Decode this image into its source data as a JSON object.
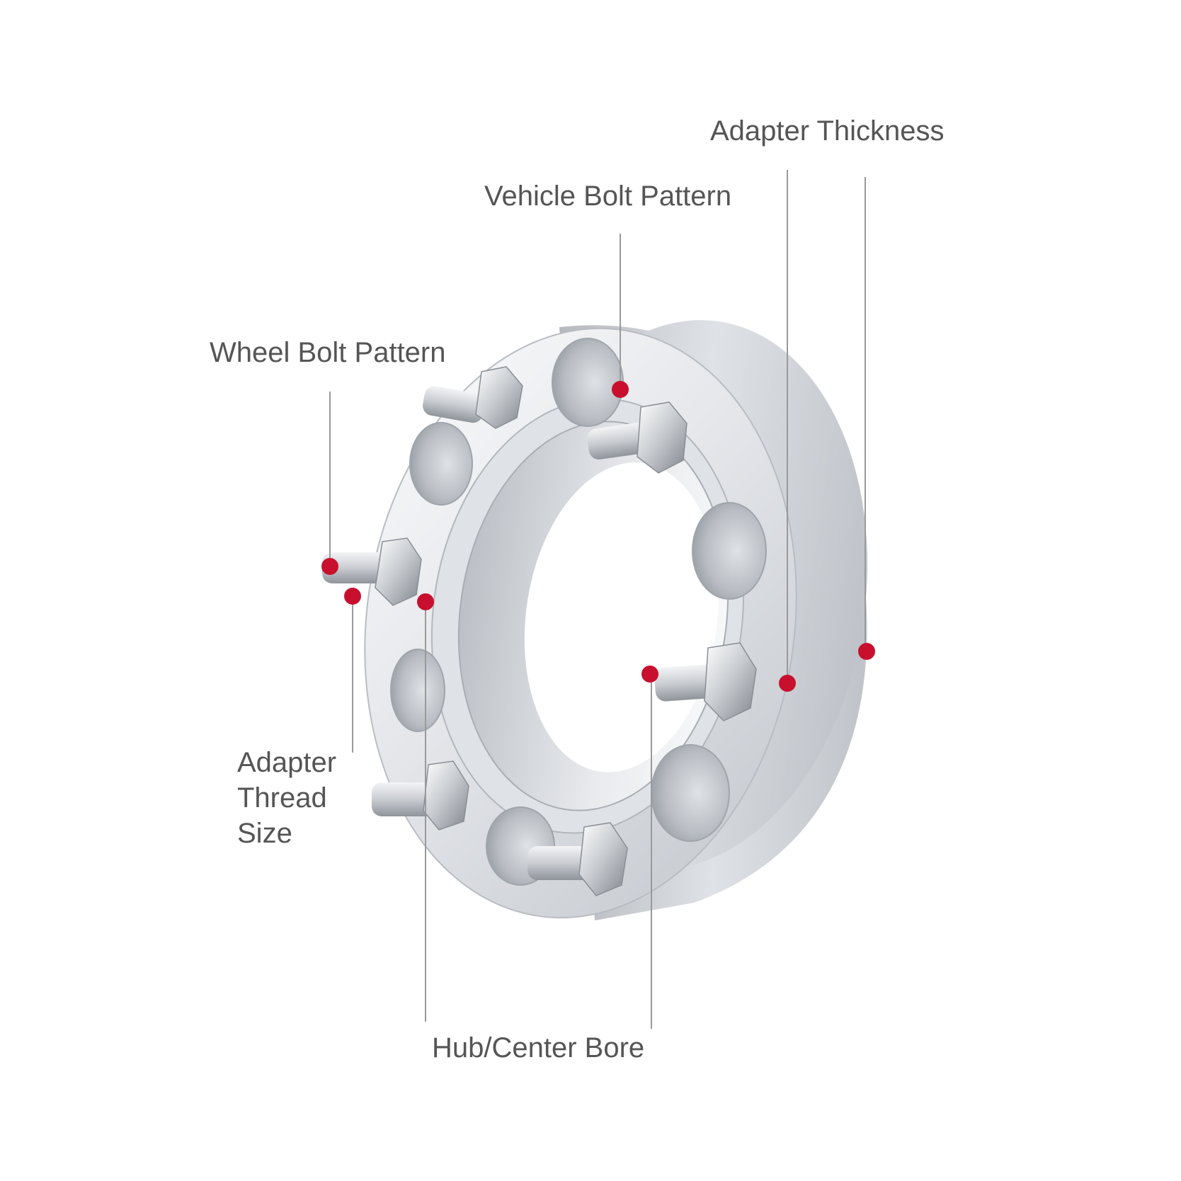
{
  "labels": {
    "adapter_thickness": "Adapter Thickness",
    "vehicle_bolt_pattern": "Vehicle Bolt Pattern",
    "wheel_bolt_pattern": "Wheel Bolt Pattern",
    "adapter_thread_size": [
      "Adapter",
      "Thread",
      "Size"
    ],
    "hub_center_bore": "Hub/Center Bore"
  },
  "colors": {
    "marker": "#c8102e",
    "leader_line": "#9a9a9a",
    "label_text": "#555555",
    "metal_light": "#f4f5f7",
    "metal_mid": "#d3d6db",
    "metal_dark": "#a9adb4"
  }
}
